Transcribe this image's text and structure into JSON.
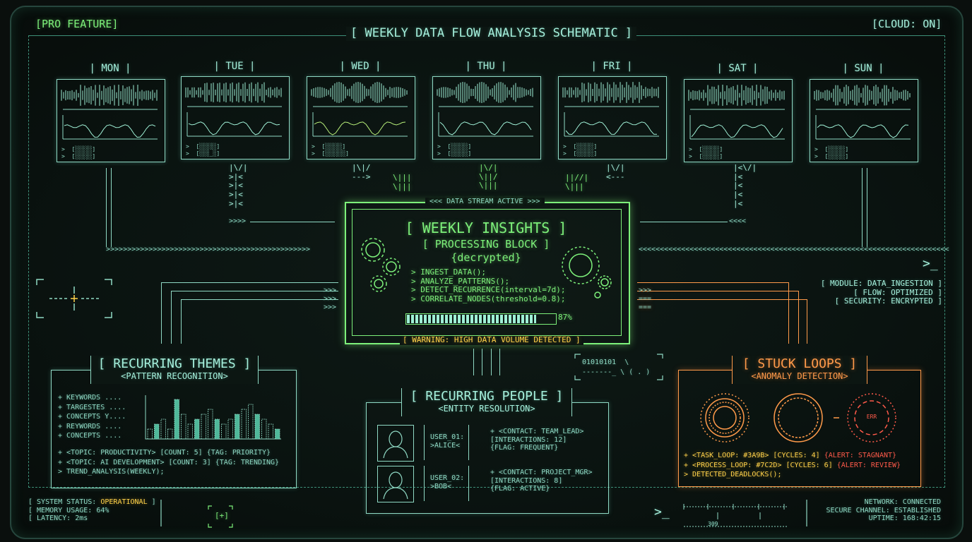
{
  "header": {
    "left_tag": "[PRO FEATURE]",
    "title": "[ WEEKLY DATA FLOW ANALYSIS SCHEMATIC ]",
    "right_tag": "[CLOUD: ON]"
  },
  "days": [
    {
      "label": "| MON |",
      "line1": ">  [░░░░░]",
      "line2": ">  [░░░░░]"
    },
    {
      "label": "| TUE |",
      "line1": ">  [░░░░░]",
      "line2": ">  [░░░_░]"
    },
    {
      "label": "| WED |",
      "line1": ">  [░░░░░]",
      "line2": ">  [░░░░░░]"
    },
    {
      "label": "| THU |",
      "line1": ">  [░░░░░]",
      "line2": ">  [░░░░░]"
    },
    {
      "label": "| FRI |",
      "line1": ">  [░░░░░]",
      "line2": ">  [░░░░░]"
    },
    {
      "label": "| SAT |",
      "line1": ">  [░░░░░]",
      "line2": ">  [░░░░░]"
    },
    {
      "label": "| SUN |",
      "line1": ">  [░░░░░]",
      "line2": ">  [░░░░░]"
    }
  ],
  "connectors": {
    "tue": "|\\/|\n>|<\n>|<\n>|<\n>|<",
    "wed_a": "|\\|/\n--->",
    "wed_b": "\\|||\n\\|||",
    "thu": "|\\/|\n\\||/\n\\|||",
    "fri_a": "||//|\n\\|||",
    "fri_b": "|\\/|\n<---",
    "sat": "|<\\/|\n|<\n|<\n|<\n|<",
    "tue_arrow": ">>>>",
    "sat_arrow": "<<<<",
    "left_long": ">>>>>>>>>>>>>>>>>>>>>>>>>>>>>>>>>>>>>>>>>>>>>>>>",
    "right_long": "<<<<<<<<<<<<<<<<<<<<<<<<<<<<<<<<<<<<<<<<<<<<<<<<<<<<<<<<<<<<<<<<<<<<<<<<<",
    "left_flow": ">>>\n>>>\n>>>",
    "right_flow": ">>>\n===\n==="
  },
  "central": {
    "stream_label": "<<< DATA STREAM ACTIVE >>>",
    "title": "[ WEEKLY INSIGHTS ]",
    "subtitle": "[ PROCESSING BLOCK ]",
    "state": "{decrypted}",
    "commands": [
      "> INGEST_DATA();",
      "> ANALYZE_PATTERNS();",
      "> DETECT_RECURRENCE(interval=7d);",
      "> CORRELATE_NODES(threshold=0.8);"
    ],
    "progress": 87,
    "progress_label": "87%",
    "warning": "[ WARNING: HIGH DATA VOLUME DETECTED ]"
  },
  "module_info": {
    "prompt": ">_",
    "lines": [
      "[ MODULE: DATA_INGESTION ]",
      "[ FLOW: OPTIMIZED ]",
      "[ SECURITY: ENCRYPTED ]"
    ]
  },
  "binary": {
    "line1": "01010101  \\",
    "line2": "-------_ \\ ( . )"
  },
  "themes": {
    "title": "[ RECURRING THEMES ]",
    "subtitle": "<PATTERN RECOGNITION>",
    "list": [
      "+ KEYWORDS ....",
      "+ TARGESTES ....",
      "+ CONCEPTS Y....",
      "+ REYWORDS ....",
      "+ CONCEPTS ...."
    ],
    "topics": [
      "+ <TOPIC: PRODUCTIVITY> [COUNT: 5] {TAG: PRIORITY}",
      "+ <TOPIC: AI DEVELOPMENT> [COUNT: 3] {TAG: TRENDING}",
      "> TREND_ANALYSIS(WEEKLY);"
    ],
    "chart_data": {
      "type": "bar",
      "values": [
        2,
        3,
        4,
        2,
        8,
        5,
        3,
        4,
        5,
        6,
        4,
        3,
        4,
        5,
        6,
        7,
        5,
        4,
        3,
        2
      ]
    }
  },
  "people": {
    "title": "[ RECURRING PEOPLE ]",
    "subtitle": "<ENTITY RESOLUTION>",
    "entries": [
      {
        "id": "USER_01:",
        "name": ">ALICE<",
        "contact": "+ <CONTACT: TEAM_LEAD>",
        "interactions": "[INTERACTIONS: 12]",
        "flag": "{FLAG: FREQUENT}"
      },
      {
        "id": "USER_02:",
        "name": ">BOB<",
        "contact": "+ <CONTACT: PROJECT_MGR>",
        "interactions": "[INTERACTIONS: 8]",
        "flag": "{FLAG: ACTIVE}"
      }
    ]
  },
  "loops": {
    "title": "[ STUCK LOOPS ]",
    "subtitle": "<ANOMALY DETECTION>",
    "center_code": "ERR",
    "lines": [
      {
        "text": "+ <TASK_LOOP: #3A9B> [CYCLES: 4] ",
        "alert": "{ALERT: STAGNANT}"
      },
      {
        "text": "+ <PROCESS_LOOP: #7C2D> [CYCLES: 6] ",
        "alert": "{ALERT: REVIEW}"
      },
      {
        "text": "> DETECTED_DEADLOCKS();",
        "alert": ""
      }
    ]
  },
  "status": {
    "system_prefix": "[ SYSTEM STATUS: ",
    "system_value": "OPERATIONAL",
    "system_suffix": " ]",
    "memory": "[ MEMORY USAGE: 64%",
    "latency": "[ LATENCY: 2ms",
    "plus_button": "[+]",
    "prompt": ">_",
    "network": "NETWORK: CONNECTED",
    "channel": "SECURE CHANNEL: ESTABLISHED",
    "uptime": "UPTIME: 168:42:15",
    "ruler_label": "309"
  },
  "colors": {
    "green": "#7df07a",
    "cyan": "#a5f0dc",
    "orange": "#ff9a4a",
    "red": "#ff5a4a",
    "yellow": "#ffd24a"
  }
}
